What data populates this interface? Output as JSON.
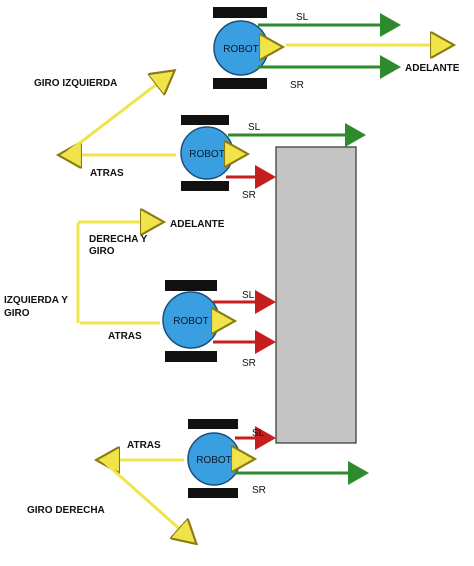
{
  "colors": {
    "robot_fill": "#3a9fe0",
    "robot_stroke": "#1b4f7a",
    "wheel": "#111111",
    "sensor_left": "#2d8a2d",
    "sensor_right": "#c41e1e",
    "arrow_yellow": "#f0e44a",
    "arrow_yellow_outline": "#8a7a10",
    "heading_pink": "#f2a6d8",
    "obstacle_fill": "#c4c4c4",
    "obstacle_stroke": "#333333"
  },
  "robot_label": "ROBOT",
  "scene1": {
    "sl": "SL",
    "sr": "SR",
    "adelante": "ADELANTE",
    "giro_izquierda": "GIRO IZQUIERDA"
  },
  "scene2": {
    "sl": "SL",
    "sr": "SR",
    "atras": "ATRAS"
  },
  "scene3": {
    "sl": "SL",
    "sr": "SR",
    "adelante": "ADELANTE",
    "derecha_y_giro_1": "DERECHA Y",
    "derecha_y_giro_2": "GIRO",
    "izquierda_y_giro_1": "IZQUIERDA  Y",
    "izquierda_y_giro_2": "GIRO",
    "atras": "ATRAS"
  },
  "scene4": {
    "sl": "SL",
    "sr": "SR",
    "atras": "ATRAS",
    "giro_derecha": "GIRO DERECHA"
  }
}
